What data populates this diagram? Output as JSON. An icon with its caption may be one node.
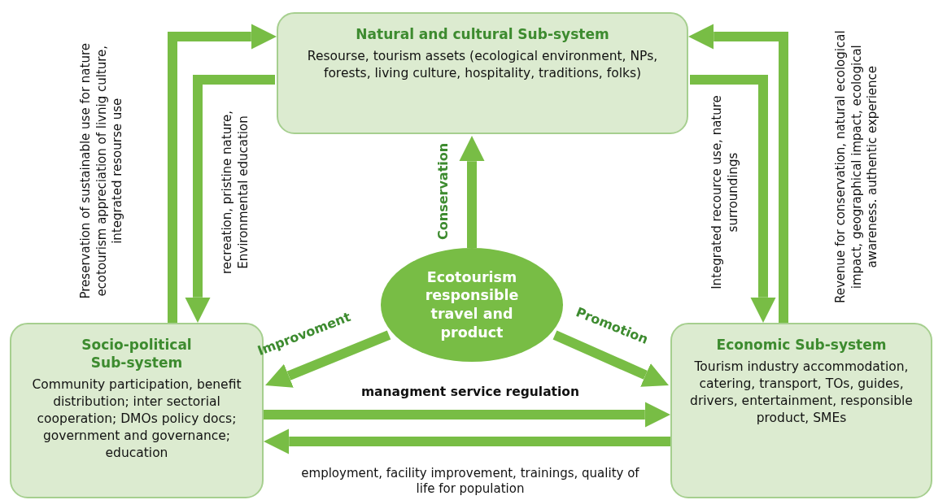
{
  "diagram": {
    "nodes": [
      {
        "text": [
          "Natural and cultural Sub-system",
          "Resourse, tourism assets (ecological environment, NPs, forests, living culture, hospitality, traditions, folks)"
        ]
      },
      {
        "text": [
          "Ecotourism responsible travel and product"
        ]
      },
      {
        "text": [
          "Socio-political Sub-system",
          "Community participation, benefit distribution; inter sectorial cooperation; DMOs policy docs; government and governance; education"
        ]
      },
      {
        "text": [
          "Economic Sub-system",
          "Tourism industry accommodation, catering, transport, TOs, guides, drivers, entertainment, responsible product, SMEs"
        ]
      }
    ],
    "edges": [
      {
        "from": 1,
        "to": 0,
        "arrow": "to",
        "label": "Conservation"
      },
      {
        "from": 1,
        "to": 2,
        "arrow": "to",
        "label": "Improvoment"
      },
      {
        "from": 1,
        "to": 3,
        "arrow": "to",
        "label": "Promotion"
      },
      {
        "from": 2,
        "to": 0,
        "arrow": "to",
        "label": "Preservation of sustainable use for nature ecotourism appreciation of livnig culture, integrated resourse use"
      },
      {
        "from": 0,
        "to": 2,
        "arrow": "to",
        "label": "recreation, pristine nature, Environmental education"
      },
      {
        "from": 3,
        "to": 0,
        "arrow": "to",
        "label": "Revenue for conservation, natural ecological impact, geographical impact, ecological awareness. authentic experience"
      },
      {
        "from": 0,
        "to": 3,
        "arrow": "to",
        "label": "Integrated recource use, nature surroundings"
      },
      {
        "from": 2,
        "to": 3,
        "arrow": "to",
        "label": "managment service regulation"
      },
      {
        "from": 3,
        "to": 2,
        "arrow": "to",
        "label": "employment, facility improvement, trainings, quality of life for population"
      }
    ]
  }
}
